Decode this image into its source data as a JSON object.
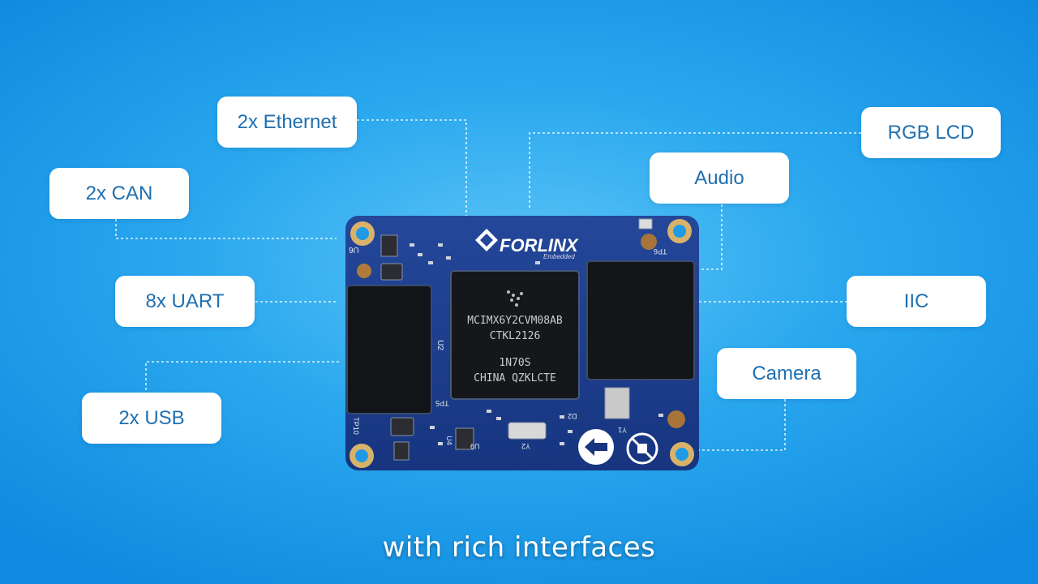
{
  "labels": {
    "ethernet": "2x Ethernet",
    "can": "2x CAN",
    "uart": "8x UART",
    "usb": "2x USB",
    "rgb_lcd": "RGB LCD",
    "audio": "Audio",
    "iic": "IIC",
    "camera": "Camera"
  },
  "board": {
    "brand": "FORLINX",
    "brand_sub": "Embedded",
    "chip_line1": "MCIMX6Y2CVM08AB",
    "chip_line2": "CTKL2126",
    "chip_line3": "1N70S",
    "chip_line4": "CHINA  QZKLCTE",
    "silk_u6": "U6",
    "silk_u2": "U2",
    "silk_u4": "U4",
    "silk_tp6": "TP6",
    "silk_tp5": "TP5",
    "silk_u9": "U9",
    "silk_y2": "Y2",
    "silk_y1": "Y1",
    "silk_d2": "D2",
    "silk_tp10": "TP10"
  },
  "caption": "with rich interfaces",
  "colors": {
    "background": "#1e9ae6",
    "pcb": "#1b3c8c",
    "label_text": "#1f6fb0"
  }
}
